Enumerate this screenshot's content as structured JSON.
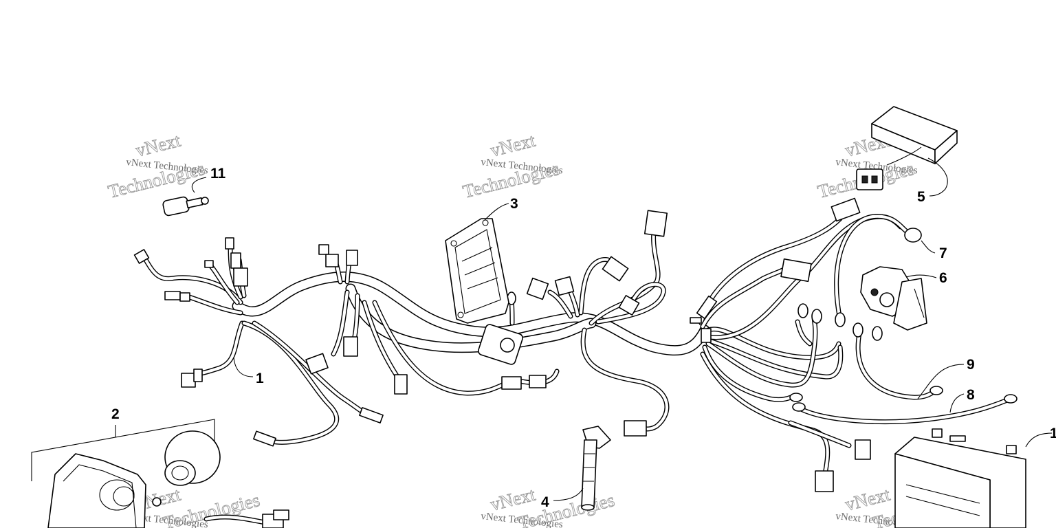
{
  "diagram": {
    "callouts": [
      {
        "id": "c1",
        "label": "1"
      },
      {
        "id": "c2",
        "label": "2"
      },
      {
        "id": "c3",
        "label": "3"
      },
      {
        "id": "c4",
        "label": "4"
      },
      {
        "id": "c5",
        "label": "5"
      },
      {
        "id": "c6",
        "label": "6"
      },
      {
        "id": "c7",
        "label": "7"
      },
      {
        "id": "c8",
        "label": "8"
      },
      {
        "id": "c9",
        "label": "9"
      },
      {
        "id": "c10",
        "label": "1"
      },
      {
        "id": "c11",
        "label": "11"
      }
    ],
    "watermark": {
      "line_small": "vNext Technologies",
      "word_vnext": "vNext",
      "word_tech": "Technologies"
    }
  }
}
